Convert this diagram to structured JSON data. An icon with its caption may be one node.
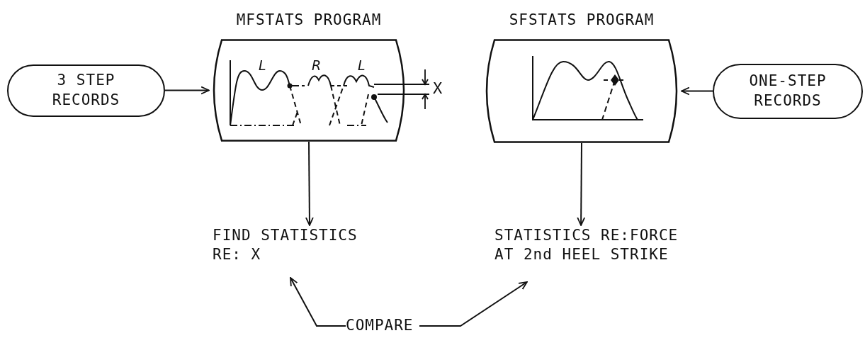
{
  "diagram": {
    "nodes": [
      {
        "text": [
          "3 STEP RECORDS"
        ]
      },
      {
        "text": [
          "MFSTATS PROGRAM"
        ]
      },
      {
        "text": [
          "SFSTATS PROGRAM"
        ]
      },
      {
        "text": [
          "ONE-STEP RECORDS"
        ]
      },
      {
        "text": [
          "FIND STATISTICS RE: X"
        ]
      },
      {
        "text": [
          "STATISTICS RE:FORCE AT 2nd HEEL STRIKE"
        ]
      },
      {
        "text": [
          "COMPARE"
        ]
      }
    ],
    "edges": [
      {
        "from": 0,
        "to": 1,
        "arrow": "to"
      },
      {
        "from": 3,
        "to": 2,
        "arrow": "to"
      },
      {
        "from": 1,
        "to": 4,
        "arrow": "to"
      },
      {
        "from": 2,
        "to": 5,
        "arrow": "to"
      },
      {
        "from": 6,
        "to": 4,
        "arrow": "to"
      },
      {
        "from": 6,
        "to": 5,
        "arrow": "to"
      }
    ],
    "labels": [
      "L",
      "R",
      "L",
      "X"
    ]
  }
}
